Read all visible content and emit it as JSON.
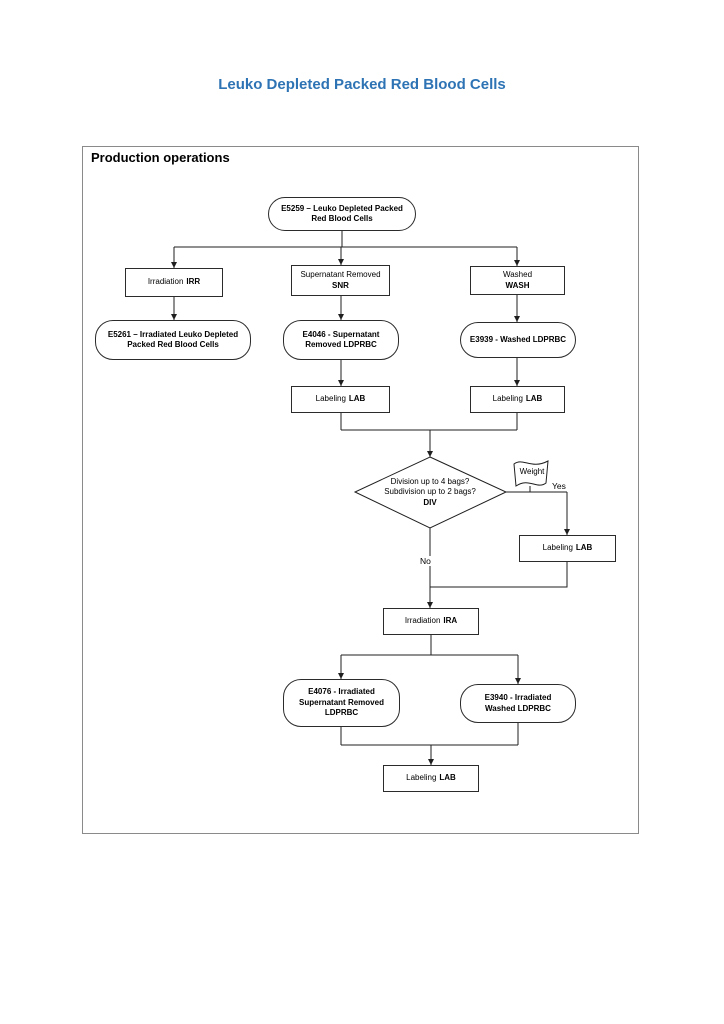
{
  "page": {
    "title": "Leuko Depleted Packed Red Blood Cells",
    "section_title": "Production operations"
  },
  "labels": {
    "yes": "Yes",
    "no": "No"
  },
  "nodes": {
    "start": {
      "text": "E5259 – Leuko Depleted Packed Red Blood Cells"
    },
    "irradiation_irr": {
      "label": "Irradiation",
      "code": "IRR"
    },
    "supernatant_removed": {
      "label": "Supernatant Removed",
      "code": "SNR"
    },
    "washed": {
      "label": "Washed",
      "code": "WASH"
    },
    "e5261": {
      "text": "E5261 – Irradiated Leuko Depleted Packed Red Blood Cells"
    },
    "e4046": {
      "text": "E4046 - Supernatant Removed LDPRBC"
    },
    "e3939": {
      "text": "E3939 - Washed LDPRBC"
    },
    "labeling": {
      "label": "Labeling",
      "code": "LAB"
    },
    "division": {
      "line1": "Division up to 4 bags?",
      "line2": "Subdivision up to 2 bags?",
      "code": "DIV"
    },
    "weight": {
      "text": "Weight"
    },
    "irradiation_ira": {
      "label": "Irradiation",
      "code": "IRA"
    },
    "e4076": {
      "text": "E4076 - Irradiated Supernatant Removed LDPRBC"
    },
    "e3940": {
      "text": "E3940 - Irradiated Washed LDPRBC"
    }
  }
}
